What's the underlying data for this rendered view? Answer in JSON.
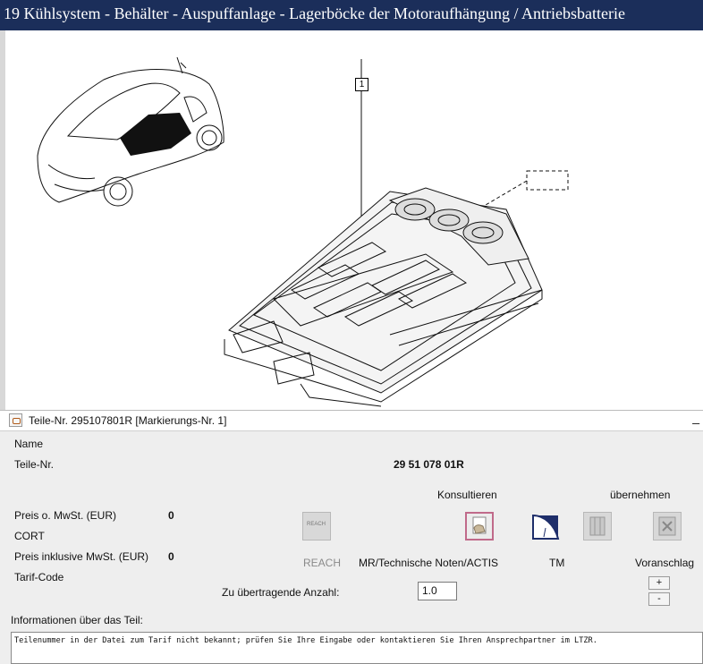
{
  "window": {
    "title": "19 Kühlsystem - Behälter - Auspuffanlage - Lagerböcke der Motoraufhängung / Antriebsbatterie"
  },
  "diagram": {
    "callout_number": "1"
  },
  "detail_panel": {
    "title": "Teile-Nr. 295107801R [Markierungs-Nr. 1]",
    "minimize": "_",
    "name_label": "Name",
    "part_number_label": "Teile-Nr.",
    "part_number_value": "29 51 078 01R",
    "consult_label": "Konsultieren",
    "adopt_label": "übernehmen",
    "price_excl_label": "Preis o. MwSt. (EUR)",
    "price_excl_value": "0",
    "cort_label": "CORT",
    "price_incl_label": "Preis inklusive MwSt. (EUR)",
    "price_incl_value": "0",
    "tariff_label": "Tarif-Code",
    "reach_icon_text": "REACH",
    "reach_label": "REACH",
    "mr_label": "MR/Technische Noten/ACTIS",
    "tm_label": "TM",
    "quote_label": "Voranschlag",
    "quantity_label": "Zu übertragende Anzahl:",
    "quantity_value": "1.0",
    "plus": "+",
    "minus": "-",
    "info_label": "Informationen über das Teil:",
    "info_text": "Teilenummer in der Datei zum Tarif nicht bekannt; prüfen Sie Ihre Eingabe oder kontaktieren Sie Ihren Ansprechpartner im LTZR."
  }
}
